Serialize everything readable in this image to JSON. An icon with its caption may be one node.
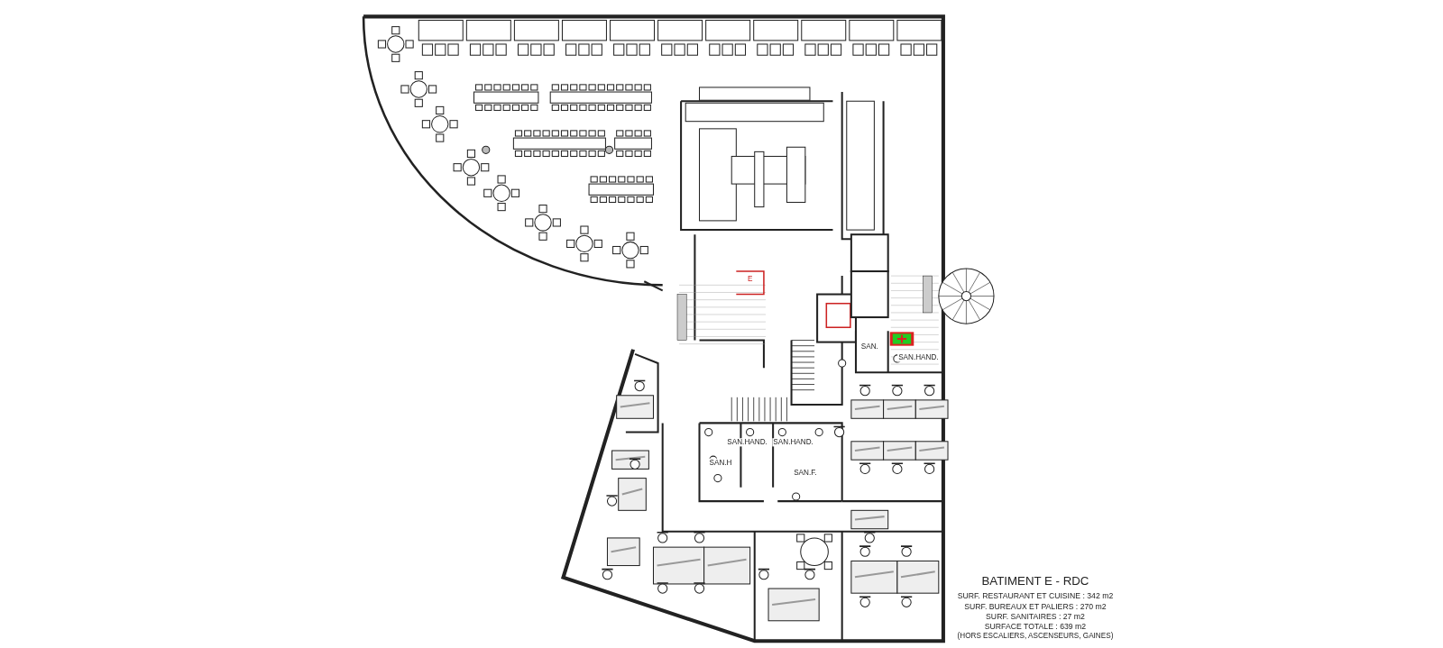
{
  "diagram": {
    "title": "BATIMENT E - RDC",
    "labels": [
      "E",
      "SAN.",
      "SAN.HAND.",
      "SAN.HAND.",
      "SAN.HAND.",
      "SAN.H",
      "SAN.F.",
      "SURF. RESTAURANT ET CUISINE : 342 m2",
      "SURF. BUREAUX ET PALIERS : 270 m2",
      "SURF. SANITAIRES : 27 m2",
      "SURFACE TOTALE : 639 m2",
      "(HORS ESCALIERS, ASCENSEURS, GAINES)"
    ]
  }
}
